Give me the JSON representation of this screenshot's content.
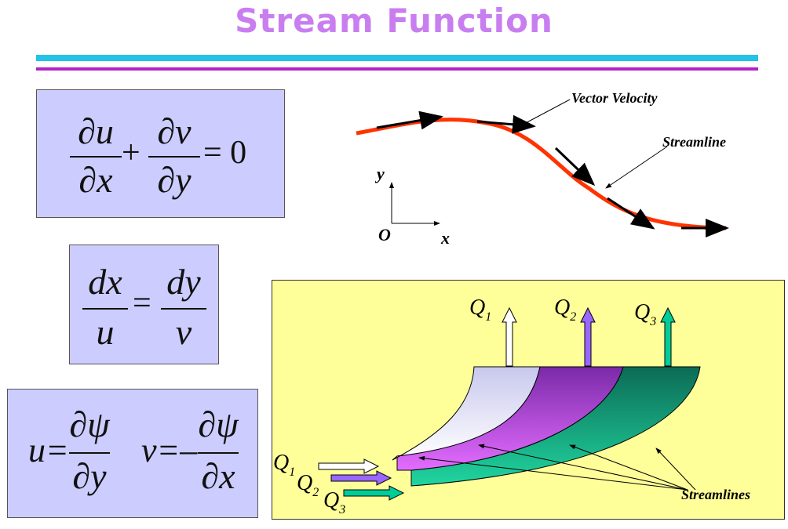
{
  "title": "Stream Function",
  "continuity": {
    "num1": "∂u",
    "den1": "∂x",
    "plus": "+",
    "num2": "∂v",
    "den2": "∂y",
    "rhs": "= 0"
  },
  "streamline_eq": {
    "num1": "dx",
    "den1": "u",
    "eq": "=",
    "num2": "dy",
    "den2": "v"
  },
  "stream_fn": {
    "lhs1": "u=",
    "num1": "∂ψ",
    "den1": "∂y",
    "lhs2": "v=–",
    "num2": "∂ψ",
    "den2": "∂x"
  },
  "streamline_diagram": {
    "label_velocity": "Vector Velocity",
    "label_streamline": "Streamline",
    "axis_y": "y",
    "axis_x": "x",
    "origin": "O",
    "curve_color": "#ff3300"
  },
  "flow_diagram": {
    "background": "#ffff99",
    "q_out": [
      {
        "q": "Q",
        "sub": "1"
      },
      {
        "q": "Q",
        "sub": "2"
      },
      {
        "q": "Q",
        "sub": "3"
      }
    ],
    "q_in": [
      {
        "q": "Q",
        "sub": "1"
      },
      {
        "q": "Q",
        "sub": "2"
      },
      {
        "q": "Q",
        "sub": "3"
      }
    ],
    "label_streamlines": "Streamlines",
    "colors": [
      "#ffffff",
      "#9966ff",
      "#00cc99"
    ]
  }
}
